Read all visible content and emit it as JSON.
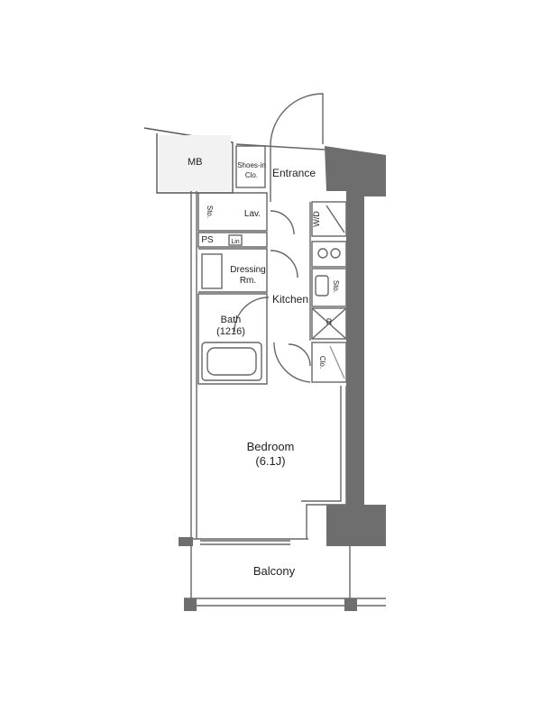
{
  "floor_plan": {
    "rooms": {
      "mb": "MB",
      "shoes_in_closet_line1": "Shoes-in",
      "shoes_in_closet_line2": "Clo.",
      "entrance": "Entrance",
      "storage_lav": "Sto.",
      "lavatory": "Lav.",
      "washer_dryer": "W/D",
      "pipe_space": "PS",
      "linen": "Lin",
      "dressing_line1": "Dressing",
      "dressing_line2": "Rm.",
      "storage_kitchen": "Sto.",
      "kitchen": "Kitchen",
      "refrigerator": "R",
      "bath_line1": "Bath",
      "bath_line2": "(1216)",
      "closet": "Clo.",
      "bedroom_line1": "Bedroom",
      "bedroom_line2": "(6.1J)",
      "balcony": "Balcony"
    }
  }
}
